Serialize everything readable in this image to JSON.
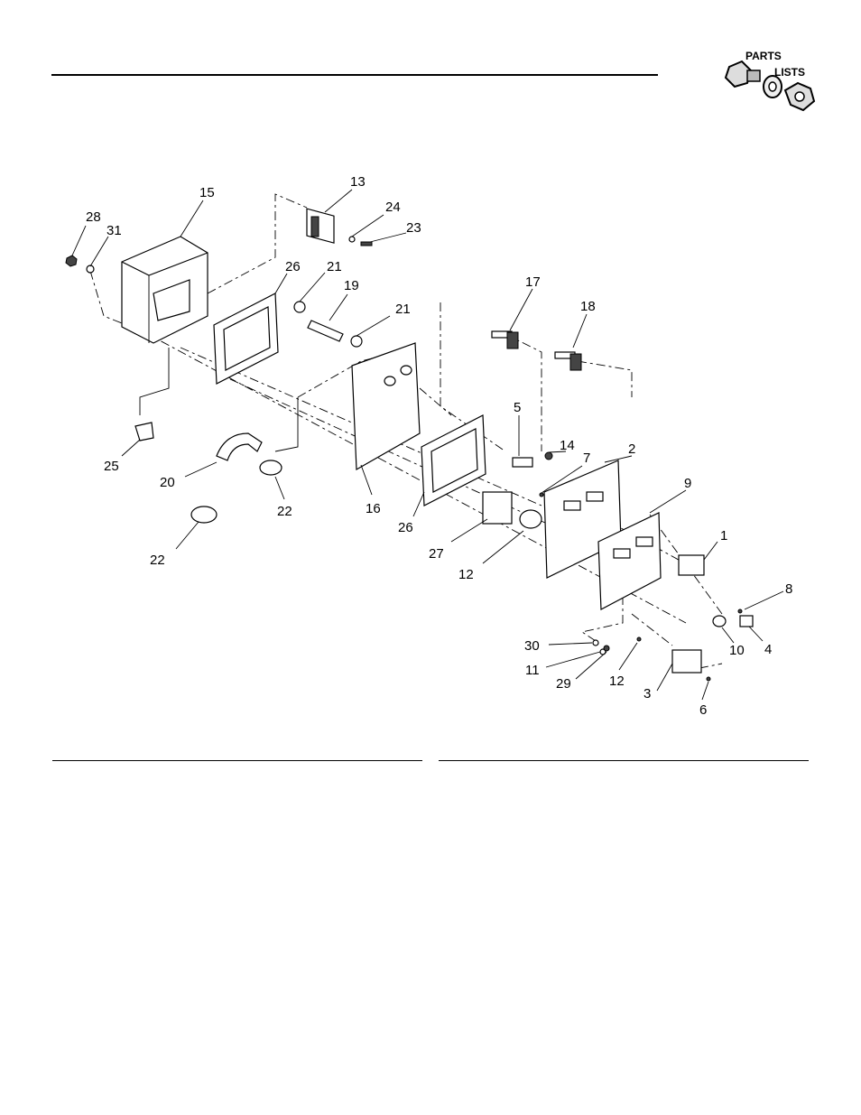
{
  "logo": {
    "line1": "PARTS",
    "line2": "LISTS",
    "icon": "nut-bolt-washer-icon"
  },
  "callouts": [
    {
      "id": "c1",
      "label": "1"
    },
    {
      "id": "c2",
      "label": "2"
    },
    {
      "id": "c3",
      "label": "3"
    },
    {
      "id": "c4",
      "label": "4"
    },
    {
      "id": "c5",
      "label": "5"
    },
    {
      "id": "c6",
      "label": "6"
    },
    {
      "id": "c7",
      "label": "7"
    },
    {
      "id": "c8",
      "label": "8"
    },
    {
      "id": "c9",
      "label": "9"
    },
    {
      "id": "c10",
      "label": "10"
    },
    {
      "id": "c11",
      "label": "11"
    },
    {
      "id": "c12a",
      "label": "12"
    },
    {
      "id": "c12b",
      "label": "12"
    },
    {
      "id": "c13",
      "label": "13"
    },
    {
      "id": "c14",
      "label": "14"
    },
    {
      "id": "c15",
      "label": "15"
    },
    {
      "id": "c16",
      "label": "16"
    },
    {
      "id": "c17",
      "label": "17"
    },
    {
      "id": "c18",
      "label": "18"
    },
    {
      "id": "c19",
      "label": "19"
    },
    {
      "id": "c20",
      "label": "20"
    },
    {
      "id": "c21a",
      "label": "21"
    },
    {
      "id": "c21b",
      "label": "21"
    },
    {
      "id": "c22a",
      "label": "22"
    },
    {
      "id": "c22b",
      "label": "22"
    },
    {
      "id": "c23",
      "label": "23"
    },
    {
      "id": "c24",
      "label": "24"
    },
    {
      "id": "c25",
      "label": "25"
    },
    {
      "id": "c26a",
      "label": "26"
    },
    {
      "id": "c26b",
      "label": "26"
    },
    {
      "id": "c27",
      "label": "27"
    },
    {
      "id": "c28",
      "label": "28"
    },
    {
      "id": "c29",
      "label": "29"
    },
    {
      "id": "c30",
      "label": "30"
    },
    {
      "id": "c31",
      "label": "31"
    }
  ]
}
